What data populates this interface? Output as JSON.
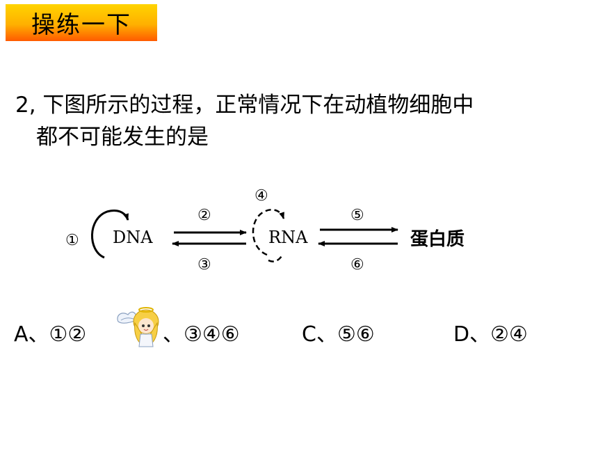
{
  "header": {
    "title": "操练一下"
  },
  "question": {
    "line1": "2, 下图所示的过程，正常情况下在动植物细胞中",
    "line2": "都不可能发生的是"
  },
  "diagram": {
    "circled_1": "①",
    "dna": "DNA",
    "circled_2": "②",
    "circled_3": "③",
    "circled_4": "④",
    "rna": "RNA",
    "circled_5": "⑤",
    "circled_6": "⑥",
    "protein": "蛋白质"
  },
  "options": {
    "a": "A、①②",
    "b": "、③④⑥",
    "c": "C、⑤⑥",
    "d": "D、②④"
  },
  "mascot_icon": "angel-mascot-icon"
}
